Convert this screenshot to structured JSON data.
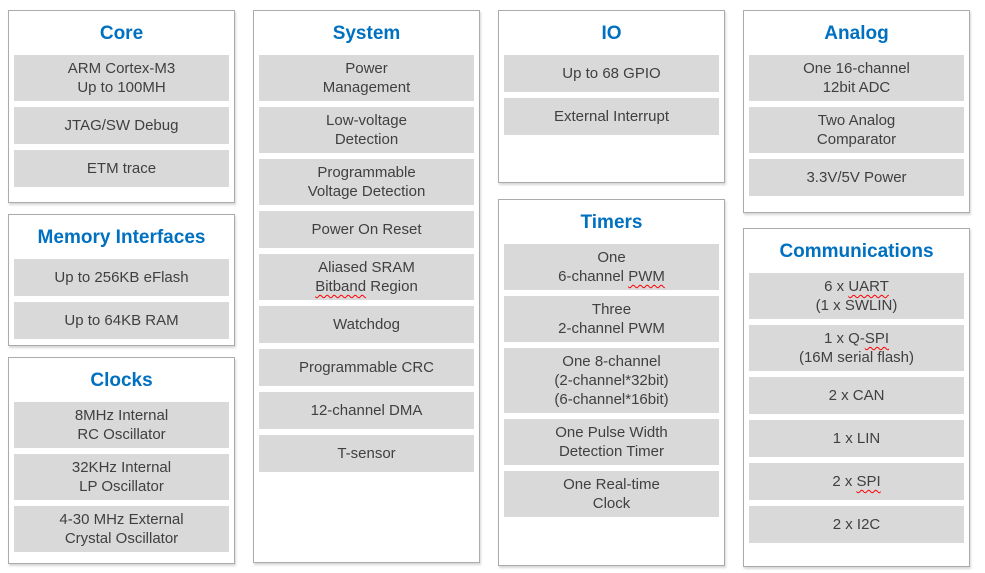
{
  "colors": {
    "heading": "#0070C0",
    "item_bg": "#D9D9D9",
    "item_text": "#404040",
    "panel_border": "#ABABAB",
    "squiggle": "#FF0000"
  },
  "panels": {
    "core": {
      "title": "Core",
      "items": [
        {
          "lines": [
            "ARM Cortex-M3",
            "Up to 100MH"
          ]
        },
        {
          "lines": [
            "JTAG/SW Debug"
          ]
        },
        {
          "lines": [
            "ETM trace"
          ]
        }
      ]
    },
    "memory": {
      "title": "Memory Interfaces",
      "items": [
        {
          "lines": [
            "Up to 256KB eFlash"
          ]
        },
        {
          "lines": [
            "Up to 64KB RAM"
          ]
        }
      ]
    },
    "clocks": {
      "title": "Clocks",
      "items": [
        {
          "lines": [
            "8MHz Internal",
            "RC Oscillator"
          ]
        },
        {
          "lines": [
            "32KHz Internal",
            "LP Oscillator"
          ]
        },
        {
          "lines": [
            "4-30 MHz External",
            "Crystal Oscillator"
          ]
        }
      ]
    },
    "system": {
      "title": "System",
      "items": [
        {
          "lines": [
            "Power",
            "Management"
          ]
        },
        {
          "lines": [
            "Low-voltage",
            "Detection"
          ]
        },
        {
          "lines": [
            "Programmable",
            "Voltage Detection"
          ]
        },
        {
          "lines": [
            "Power On Reset"
          ]
        },
        {
          "lines": [
            "Aliased SRAM",
            {
              "text": "Bitband Region",
              "squiggle": "Bitband"
            }
          ]
        },
        {
          "lines": [
            "Watchdog"
          ]
        },
        {
          "lines": [
            "Programmable CRC"
          ]
        },
        {
          "lines": [
            "12-channel DMA"
          ]
        },
        {
          "lines": [
            "T-sensor"
          ]
        }
      ]
    },
    "io": {
      "title": "IO",
      "items": [
        {
          "lines": [
            "Up to 68 GPIO"
          ]
        },
        {
          "lines": [
            "External Interrupt"
          ]
        }
      ]
    },
    "timers": {
      "title": "Timers",
      "items": [
        {
          "lines": [
            "One",
            {
              "text": "6-channel PWM",
              "squiggle": "PWM"
            }
          ]
        },
        {
          "lines": [
            "Three",
            "2-channel PWM"
          ]
        },
        {
          "lines": [
            "One 8-channel",
            "(2-channel*32bit)",
            "(6-channel*16bit)"
          ]
        },
        {
          "lines": [
            "One Pulse Width",
            "Detection Timer"
          ]
        },
        {
          "lines": [
            "One Real-time",
            "Clock"
          ]
        }
      ]
    },
    "analog": {
      "title": "Analog",
      "items": [
        {
          "lines": [
            "One 16-channel",
            "12bit ADC"
          ]
        },
        {
          "lines": [
            "Two Analog",
            "Comparator"
          ]
        },
        {
          "lines": [
            "3.3V/5V Power"
          ]
        }
      ]
    },
    "comms": {
      "title": "Communications",
      "items": [
        {
          "lines": [
            {
              "text": "6 x UART",
              "squiggle": "UART"
            },
            "(1 x SWLIN)"
          ]
        },
        {
          "lines": [
            {
              "text": "1 x Q-SPI",
              "squiggle": "SPI"
            },
            "(16M serial flash)"
          ]
        },
        {
          "lines": [
            "2 x CAN"
          ]
        },
        {
          "lines": [
            "1 x LIN"
          ]
        },
        {
          "lines": [
            {
              "text": "2 x SPI",
              "squiggle": "SPI"
            }
          ]
        },
        {
          "lines": [
            "2 x I2C"
          ]
        }
      ]
    }
  }
}
